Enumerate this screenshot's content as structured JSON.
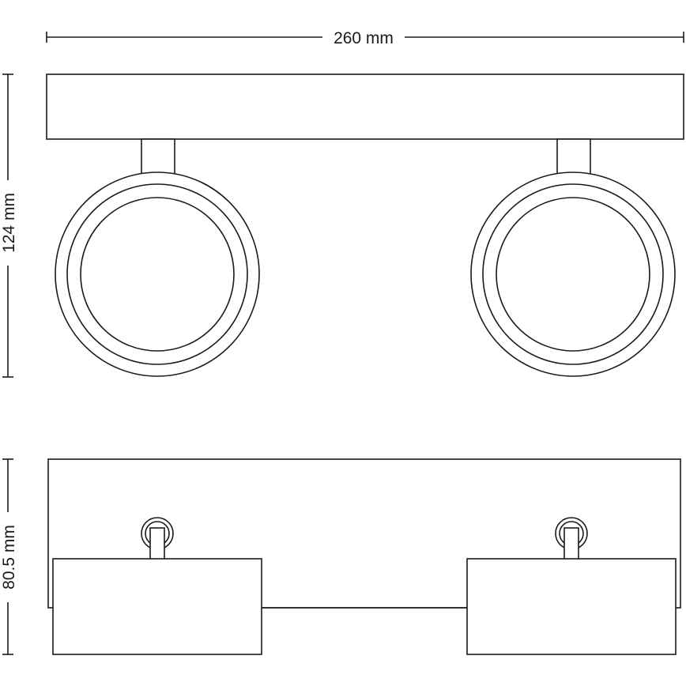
{
  "dimensions": {
    "width": "260 mm",
    "height": "124 mm",
    "depth": "80.5 mm"
  },
  "colors": {
    "line": "#1a1a1a",
    "background": "#ffffff"
  }
}
